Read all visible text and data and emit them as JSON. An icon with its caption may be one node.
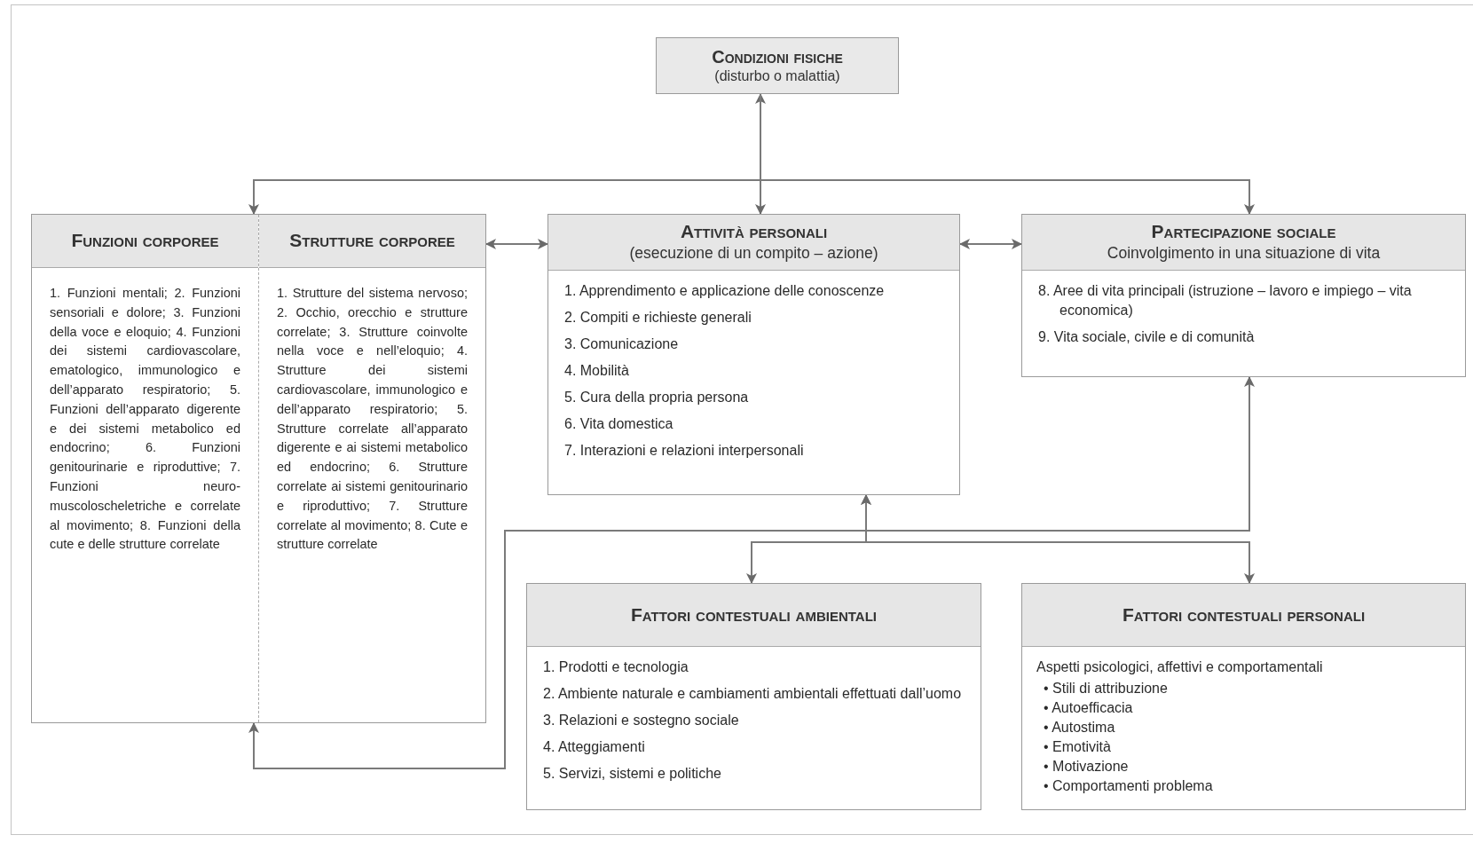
{
  "diagram": {
    "nodes": [
      {
        "text": [
          "Condizioni fisiche",
          "(disturbo o malattia)"
        ]
      },
      {
        "text": [],
        "shape": "box"
      },
      {
        "text": [
          "Funzioni corporee",
          "1. Funzioni mentali; 2. Funzioni sensoriali e dolore; 3. Funzioni della voce e eloquio; 4. Funzioni dei sistemi cardiovascolare, ematologico, immunologico e dell’apparato respiratorio; 5. Funzioni dell’apparato digerente e dei sistemi metabolico ed endocrino; 6. Funzioni genitourinarie e riproduttive; 7. Funzioni neuro-muscoloscheletriche e correlate al movimento; 8. Funzioni della cute e delle strutture correlate"
        ],
        "in": 1
      },
      {
        "text": [
          "Strutture corporee",
          "1. Strutture del sistema nervoso; 2. Occhio, orecchio e strutture correlate; 3. Strutture coinvolte nella voce e nell’eloquio; 4. Strutture dei sistemi cardiovascolare, immunologico e dell’apparato respiratorio; 5. Strutture correlate all’apparato digerente e ai sistemi metabolico ed endocrino; 6. Strutture correlate ai sistemi genitourinario e riproduttivo; 7. Strutture correlate al movimento; 8. Cute e strutture correlate"
        ],
        "in": 1
      },
      {
        "text": [
          "Attività personali",
          "(esecuzione di un compito – azione)",
          "1. Apprendimento e applicazione delle conoscenze",
          "2. Compiti e richieste generali",
          "3. Comunicazione",
          "4. Mobilità",
          "5. Cura della propria persona",
          "6. Vita domestica",
          "7. Interazioni e relazioni interpersonali"
        ]
      },
      {
        "text": [
          "Partecipazione sociale",
          "Coinvolgimento in una situazione di vita",
          "8. Aree di vita principali (istruzione – lavoro e impiego – vita economica)",
          "9. Vita sociale, civile e di comunità"
        ]
      },
      {
        "text": [
          "Fattori contestuali ambientali",
          "1. Prodotti e tecnologia",
          "2. Ambiente naturale e cambiamenti ambientali effettuati dall’uomo",
          "3. Relazioni e sostegno sociale",
          "4. Atteggiamenti",
          "5. Servizi, sistemi e politiche"
        ]
      },
      {
        "text": [
          "Fattori contestuali personali",
          "Aspetti psicologici, affettivi e comportamentali",
          "• Stili di attribuzione",
          "• Autoefficacia",
          "• Autostima",
          "• Emotività",
          "• Motivazione",
          "• Comportamenti problema"
        ]
      }
    ],
    "edges": [
      {
        "from": 0,
        "to": 4,
        "arrow": "both"
      },
      {
        "from": 0,
        "to": 1,
        "arrow": "to"
      },
      {
        "from": 0,
        "to": 5,
        "arrow": "to"
      },
      {
        "from": 1,
        "to": 4,
        "arrow": "both"
      },
      {
        "from": 4,
        "to": 5,
        "arrow": "both"
      },
      {
        "from": 1,
        "to": 5,
        "arrow": "both"
      },
      {
        "from": 6,
        "to": 4,
        "arrow": "both"
      },
      {
        "from": 7,
        "to": 4,
        "arrow": "both"
      }
    ]
  }
}
